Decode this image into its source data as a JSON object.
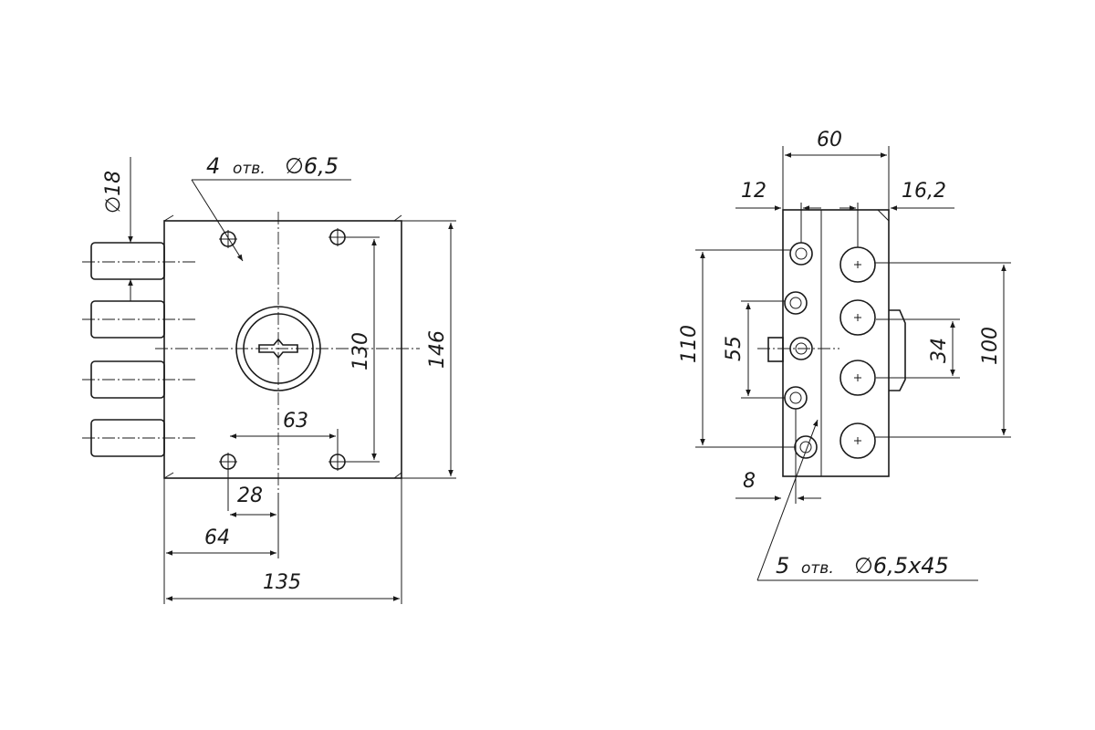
{
  "diagram": {
    "front_view": {
      "holes_note": {
        "count": "4",
        "abbr": "отв.",
        "spec": "∅6,5"
      },
      "bolt_diameter": "∅18",
      "dims": {
        "keyhole_height": "130",
        "total_height": "146",
        "hole_spacing": "63",
        "hole_offset": "28",
        "center_offset": "64",
        "total_width": "135"
      }
    },
    "side_view": {
      "holes_note": {
        "count": "5",
        "abbr": "отв.",
        "spec": "∅6,5x45"
      },
      "dims": {
        "total_width": "60",
        "left_offset": "12",
        "right_offset": "16,2",
        "outer_height": "110",
        "inner_height": "55",
        "bolt_pitch": "34",
        "bolt_span": "100",
        "bottom_offset": "8"
      }
    }
  }
}
